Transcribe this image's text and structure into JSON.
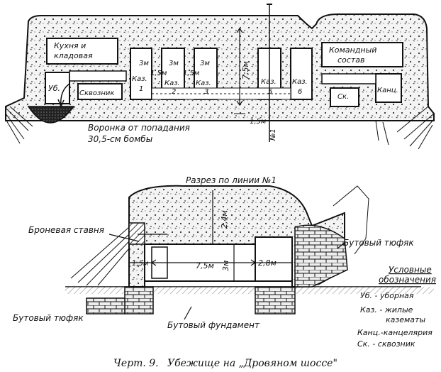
{
  "plan": {
    "rooms": {
      "kitchen_line1": "Кухня и",
      "kitchen_line2": "кладовая",
      "command_line1": "Командный",
      "command_line2": "состав",
      "ub": "Уб.",
      "skvoznik": "Сквозник",
      "kaz1": "Каз.",
      "kaz1_num": "1",
      "kaz2": "Каз.",
      "kaz2_num": "2",
      "kaz3": "Каз.",
      "kaz3_num": "3",
      "kaz5": "Каз.",
      "kaz5_num": "5",
      "kaz6": "Каз.",
      "kaz6_num": "6",
      "sk": "Ск.",
      "kants": "Канц."
    },
    "dims": {
      "d_3m_1": "3м",
      "d_3m_2": "3м",
      "d_3m_3": "3м",
      "d_15m_1": "1,5м",
      "d_15m_2": "1,5м",
      "d_75m": "7,5м",
      "d_15m_bottom": "1,5м"
    },
    "crater_line1": "Воронка от попадания",
    "crater_line2": "30,5-см бомбы",
    "section_marker": "№1"
  },
  "section": {
    "title": "Разрез по линии №1",
    "armor_shutter": "Броневая ставня",
    "rubble_mattress_right": "Бутовый тюфяк",
    "rubble_mattress_left": "Бутовый тюфяк",
    "rubble_foundation": "Бутовый фундамент",
    "dims": {
      "d_24m": "2,4м",
      "d_3m": "3м",
      "d_15m": "1,5м",
      "d_75m": "7,5м",
      "d_28m": "2,8м"
    }
  },
  "legend": {
    "heading_line1": "Условные",
    "heading_line2": "обозначения",
    "items": [
      "Уб. - уборная",
      "Каз. - жилые",
      "казематы",
      "Канц.-канцелярия",
      "Ск. - сквозник"
    ]
  },
  "caption": {
    "prefix": "Черт. 9.",
    "text": "Убежище на „Дровяном шоссе\""
  }
}
